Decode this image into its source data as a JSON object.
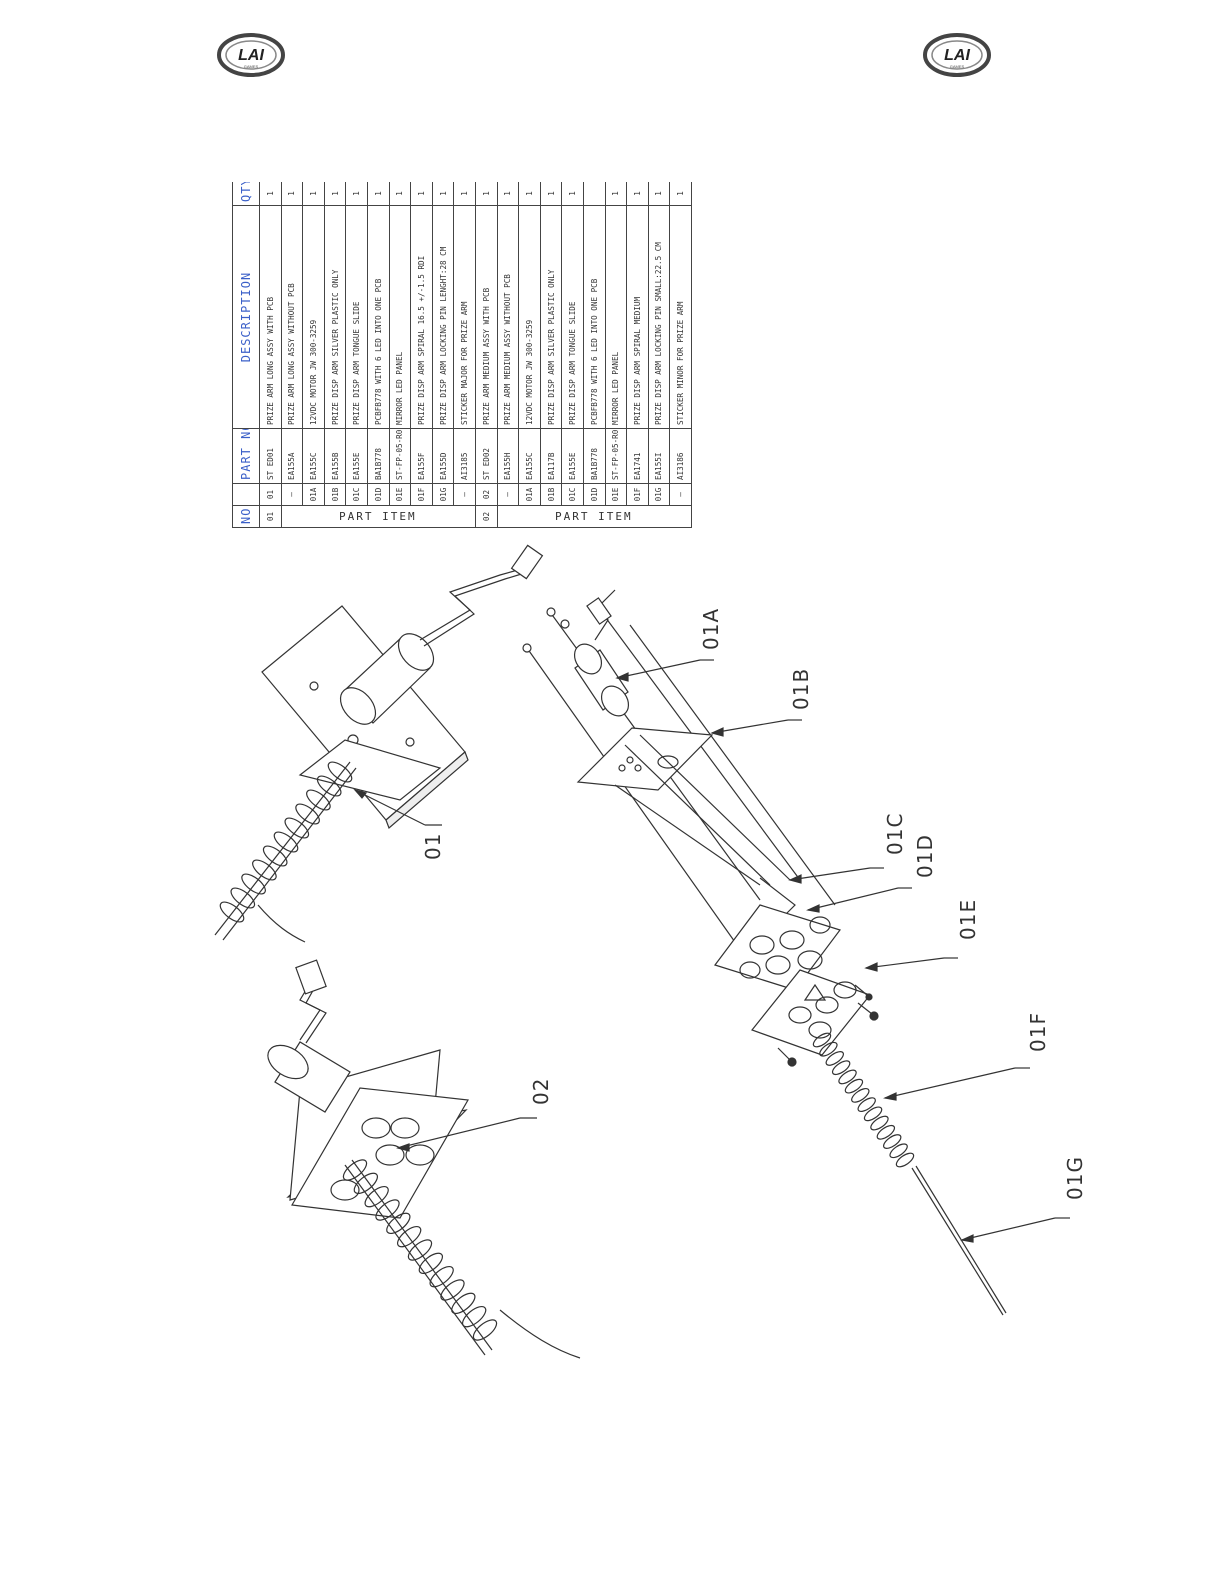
{
  "brand": {
    "logo_text": "LAI",
    "logo_subtext": "GAMES"
  },
  "table": {
    "headers": {
      "no": "NO",
      "part_no": "PART NO",
      "description": "DESCRIPTION",
      "qty": "QTY"
    },
    "group_label": "PART ITEM",
    "groups": [
      {
        "no": "01",
        "rows": [
          {
            "sub": "01",
            "part_no": "ST ED01",
            "description": "PRIZE ARM LONG ASSY WITH PCB",
            "qty": "1"
          },
          {
            "sub": "—",
            "part_no": "EA155A",
            "description": "PRIZE ARM LONG ASSY WITHOUT PCB",
            "qty": "1"
          },
          {
            "sub": "01A",
            "part_no": "EA155C",
            "description": "12VDC MOTOR JW 300-3259",
            "qty": "1"
          },
          {
            "sub": "01B",
            "part_no": "EA155B",
            "description": "PRIZE DISP ARM SILVER PLASTIC ONLY",
            "qty": "1"
          },
          {
            "sub": "01C",
            "part_no": "EA155E",
            "description": "PRIZE DISP ARM TONGUE SLIDE",
            "qty": "1"
          },
          {
            "sub": "01D",
            "part_no": "BA1B778",
            "description": "PCBFB778 WITH 6 LED INTO ONE PCB",
            "qty": "1"
          },
          {
            "sub": "01E",
            "part_no": "ST-FP-05-R0",
            "description": "MIRROR LED PANEL",
            "qty": "1"
          },
          {
            "sub": "01F",
            "part_no": "EA155F",
            "description": "PRIZE DISP ARM SPIRAL 16.5 +/-1.5 RDI",
            "qty": "1"
          },
          {
            "sub": "01G",
            "part_no": "EA155D",
            "description": "PRIZE DISP ARM LOCKING PIN LENGHT:28 CM",
            "qty": "1"
          },
          {
            "sub": "—",
            "part_no": "AI3185",
            "description": "STICKER MAJOR FOR PRIZE ARM",
            "qty": "1"
          }
        ]
      },
      {
        "no": "02",
        "rows": [
          {
            "sub": "02",
            "part_no": "ST ED02",
            "description": "PRIZE ARM MEDIUM ASSY WITH PCB",
            "qty": "1"
          },
          {
            "sub": "—",
            "part_no": "EA155H",
            "description": "PRIZE ARM MEDIUM ASSY WITHOUT PCB",
            "qty": "1"
          },
          {
            "sub": "01A",
            "part_no": "EA155C",
            "description": "12VDC MOTOR JW 300-3259",
            "qty": "1"
          },
          {
            "sub": "01B",
            "part_no": "EA117B",
            "description": "PRIZE DISP ARM SILVER PLASTIC ONLY",
            "qty": "1"
          },
          {
            "sub": "01C",
            "part_no": "EA155E",
            "description": "PRIZE DISP ARM TONGUE SLIDE",
            "qty": "1"
          },
          {
            "sub": "01D",
            "part_no": "BA1B778",
            "description": "PCBFB778 WITH 6 LED INTO ONE PCB",
            "qty": ""
          },
          {
            "sub": "01E",
            "part_no": "ST-FP-05-R0",
            "description": "MIRROR LED PANEL",
            "qty": "1"
          },
          {
            "sub": "01F",
            "part_no": "EA1741",
            "description": "PRIZE DISP ARM SPIRAL MEDIUM",
            "qty": "1"
          },
          {
            "sub": "01G",
            "part_no": "EA155I",
            "description": "PRIZE DISP ARM LOCKING PIN SMALL:22.5 CM",
            "qty": "1"
          },
          {
            "sub": "—",
            "part_no": "AI3186",
            "description": "STICKER MINOR FOR PRIZE ARM",
            "qty": "1"
          }
        ]
      }
    ]
  },
  "callouts": {
    "c01": "01",
    "c02": "02",
    "c01A": "01A",
    "c01B": "01B",
    "c01C": "01C",
    "c01D": "01D",
    "c01E": "01E",
    "c01F": "01F",
    "c01G": "01G"
  }
}
